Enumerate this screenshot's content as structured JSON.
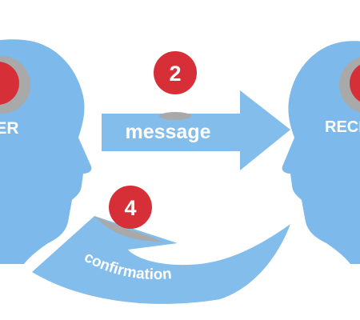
{
  "diagram": {
    "sender_label": "SENDER",
    "receiver_label": "RECEIVER",
    "steps": [
      {
        "number": "2",
        "label": "message"
      },
      {
        "number": "4",
        "label": "confirmation"
      }
    ]
  },
  "colors": {
    "head": "#7db9ea",
    "arrow": "#82bdec",
    "marker": "#d62f37",
    "ring": "#a9a9a9",
    "text": "#ffffff",
    "background": "#ffffff"
  }
}
